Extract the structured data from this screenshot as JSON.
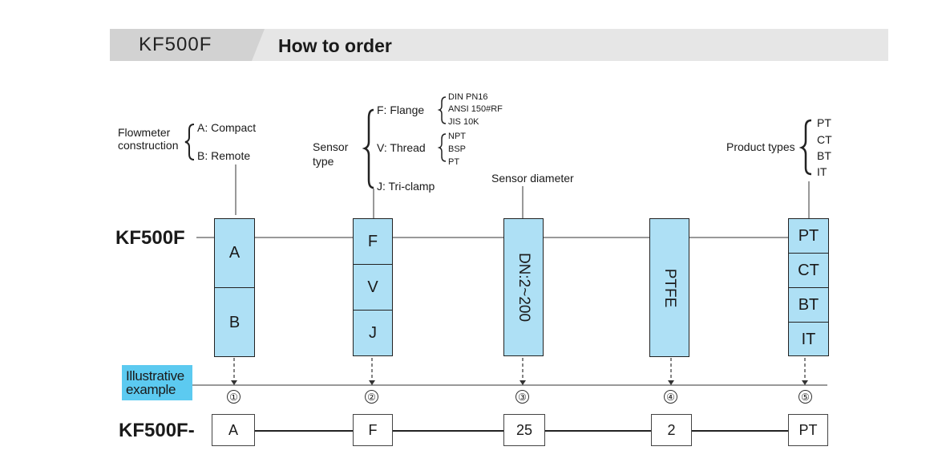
{
  "header": {
    "model": "KF500F",
    "title": "How to order"
  },
  "main_model": "KF500F",
  "groups": {
    "construction": {
      "label_line1": "Flowmeter",
      "label_line2": "construction",
      "options": [
        "A: Compact",
        "B: Remote"
      ]
    },
    "sensor_type": {
      "label_line1": "Sensor",
      "label_line2": "type",
      "options": [
        "F: Flange",
        "V: Thread",
        "J: Tri-clamp"
      ],
      "flange_subs": [
        "DIN  PN16",
        "ANSI 150#RF",
        "JIS 10K"
      ],
      "thread_subs": [
        "NPT",
        "BSP",
        "PT"
      ]
    },
    "diameter": {
      "label": "Sensor diameter"
    },
    "product_types": {
      "label": "Product types",
      "options": [
        "PT",
        "CT",
        "BT",
        "IT"
      ]
    }
  },
  "boxes": {
    "construction": [
      "A",
      "B"
    ],
    "sensor_type": [
      "F",
      "V",
      "J"
    ],
    "diameter": "DN:2~200",
    "liner": "PTFE",
    "product_types": [
      "PT",
      "CT",
      "BT",
      "IT"
    ]
  },
  "example": {
    "label_line1": "Illustrative",
    "label_line2": "example",
    "numbers": [
      "①",
      "②",
      "③",
      "④",
      "⑤"
    ],
    "model": "KF500F-",
    "values": [
      "A",
      "F",
      "25",
      "2",
      "PT"
    ]
  }
}
